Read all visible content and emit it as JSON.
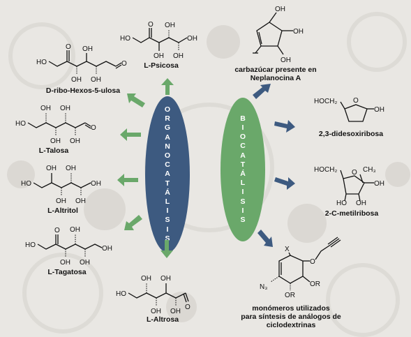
{
  "organocatalysis": {
    "label": "ORGANOCATÁLISIS",
    "color": "#3d5a80",
    "products": {
      "ribo_hexos": "D-ribo-Hexos-5-ulosa",
      "talosa": "L-Talosa",
      "altritol": "L-Altritol",
      "tagatosa": "L-Tagatosa",
      "altrosa": "L-Altrosa",
      "psicosa": "L-Psicosa"
    },
    "arrow_color": "#6aa86a"
  },
  "biocatalysis": {
    "label": "BIOCATÁLISIS",
    "color": "#6aa86a",
    "products": {
      "carbazucar_1": "carbazúcar presente en",
      "carbazucar_2": "Neplanocina A",
      "didesoxi": "2,3-didesoxiribosa",
      "metilribosa": "2-C-metilribosa",
      "monomeros_1": "monómeros utilizados",
      "monomeros_2": "para síntesis de análogos de",
      "monomeros_3": "ciclodextrinas"
    },
    "arrow_color": "#3d5a80"
  },
  "atoms": {
    "OH": "OH",
    "HO": "HO",
    "O": "O",
    "X": "X",
    "N3": "N₃",
    "OR": "OR",
    "CH3": "CH₃",
    "HOCH2": "HOCH₂"
  }
}
